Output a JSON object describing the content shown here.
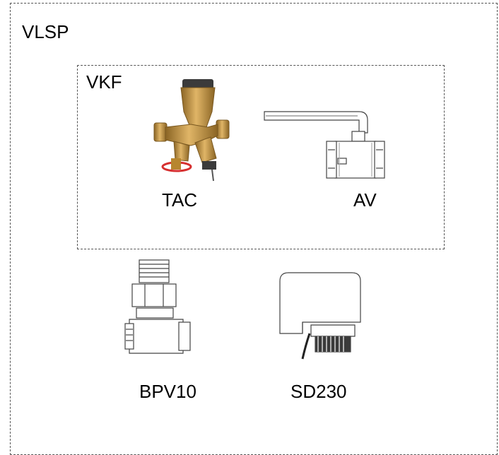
{
  "outer_group": {
    "label": "VLSP"
  },
  "inner_group": {
    "label": "VKF"
  },
  "components": {
    "tac": {
      "label": "TAC"
    },
    "av": {
      "label": "AV"
    },
    "bpv10": {
      "label": "BPV10"
    },
    "sd230": {
      "label": "SD230"
    }
  },
  "colors": {
    "border": "#555555",
    "brass": "#c99a4a",
    "brass_dark": "#8a6424",
    "line": "#444444",
    "red": "#d62f2f"
  }
}
